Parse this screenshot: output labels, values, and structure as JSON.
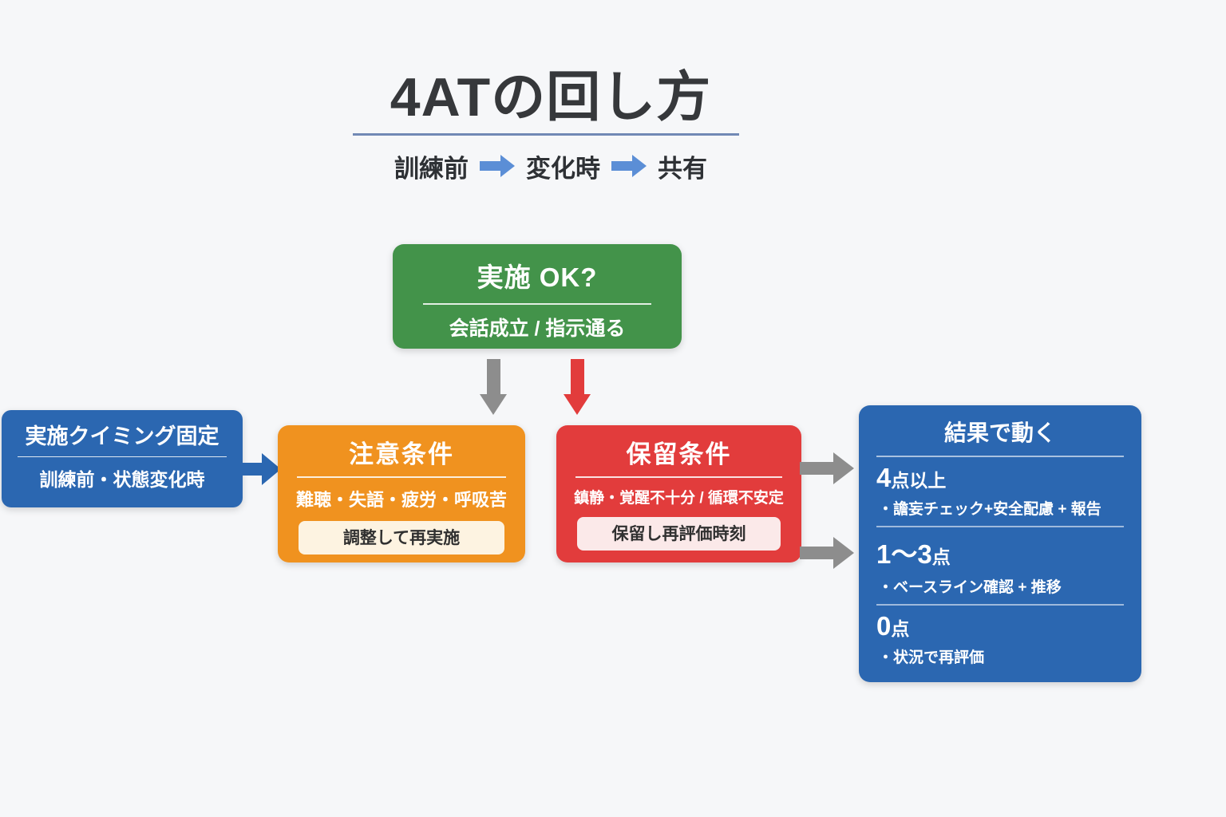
{
  "page": {
    "background_color": "#f6f7f9",
    "title_underline_color": "#7189b5"
  },
  "header": {
    "title": "4ATの回し方",
    "flow": {
      "steps": [
        "訓練前",
        "変化時",
        "共有"
      ],
      "arrow_color": "#5b8ed6"
    }
  },
  "boxes": {
    "screening": {
      "title": "実施 OK?",
      "subtitle": "会話成立 / 指示通る",
      "color": "#43934a"
    },
    "timing": {
      "title": "実施クイミング固定",
      "subtitle": "訓練前・状態変化時",
      "color": "#2b67b1"
    },
    "caution": {
      "title": "注意条件",
      "subtitle": "難聴・失語・疲労・呼吸苦",
      "badge": "調整して再実施",
      "color": "#f0921f",
      "badge_bg": "#fdf3e1"
    },
    "hold": {
      "title": "保留条件",
      "subtitle": "鎮静・覚醒不十分 / 循環不安定",
      "badge": "保留し再評価時刻",
      "color": "#e23c3c",
      "badge_bg": "#fbe9e9"
    },
    "results": {
      "title": "結果で動く",
      "color": "#2b67b1",
      "sections": [
        {
          "num": "4",
          "suffix": "点以上",
          "action": "・譫妄チェック+安全配慮 + 報告"
        },
        {
          "num": "1〜3",
          "suffix": "点",
          "action": "・ベースライン確認 + 推移"
        },
        {
          "num": "0",
          "suffix": "点",
          "action": "・状況で再評価"
        }
      ]
    }
  },
  "arrows": {
    "gray_color": "#8d8d8d",
    "red_color": "#e23c3c",
    "blue_color": "#2b67b1"
  }
}
